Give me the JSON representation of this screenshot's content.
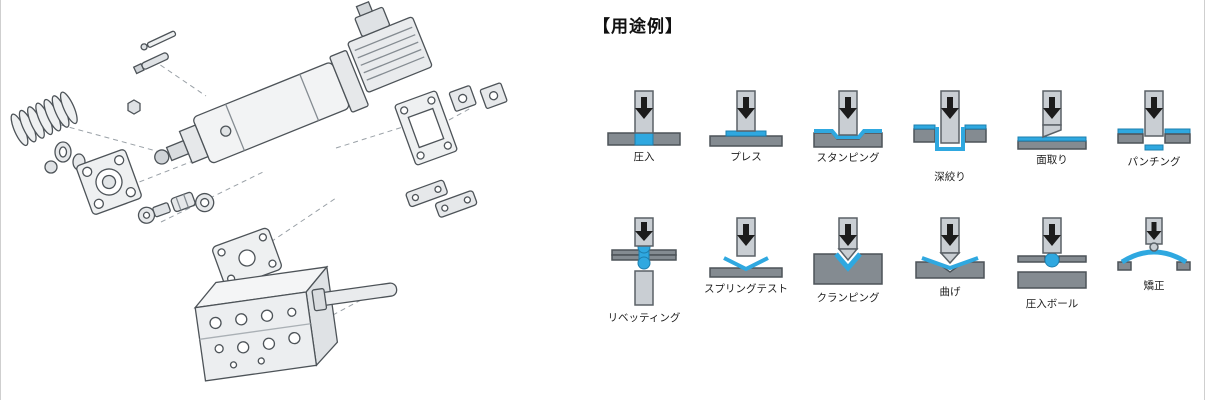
{
  "section": {
    "title": "【用途例】"
  },
  "apps": {
    "row1": [
      {
        "label": "圧入",
        "icon": "press-fit-icon"
      },
      {
        "label": "プレス",
        "icon": "press-icon"
      },
      {
        "label": "スタンピング",
        "icon": "stamping-icon"
      },
      {
        "label": "深絞り",
        "icon": "deep-drawing-icon"
      },
      {
        "label": "面取り",
        "icon": "chamfering-icon"
      },
      {
        "label": "パンチング",
        "icon": "punching-icon"
      }
    ],
    "row2": [
      {
        "label": "リベッティング",
        "icon": "riveting-icon"
      },
      {
        "label": "スプリングテスト",
        "icon": "spring-test-icon"
      },
      {
        "label": "クランピング",
        "icon": "clamping-icon"
      },
      {
        "label": "曲げ",
        "icon": "bending-icon"
      },
      {
        "label": "圧入ボール",
        "icon": "ball-press-fit-icon"
      },
      {
        "label": "矯正",
        "icon": "straightening-icon"
      }
    ]
  },
  "colors": {
    "accent_blue": "#2fa8e0",
    "ram_gray": "#c9ced3",
    "base_gray": "#848b91",
    "outline_gray": "#5a6167",
    "arrow_black": "#1c1c1c"
  }
}
